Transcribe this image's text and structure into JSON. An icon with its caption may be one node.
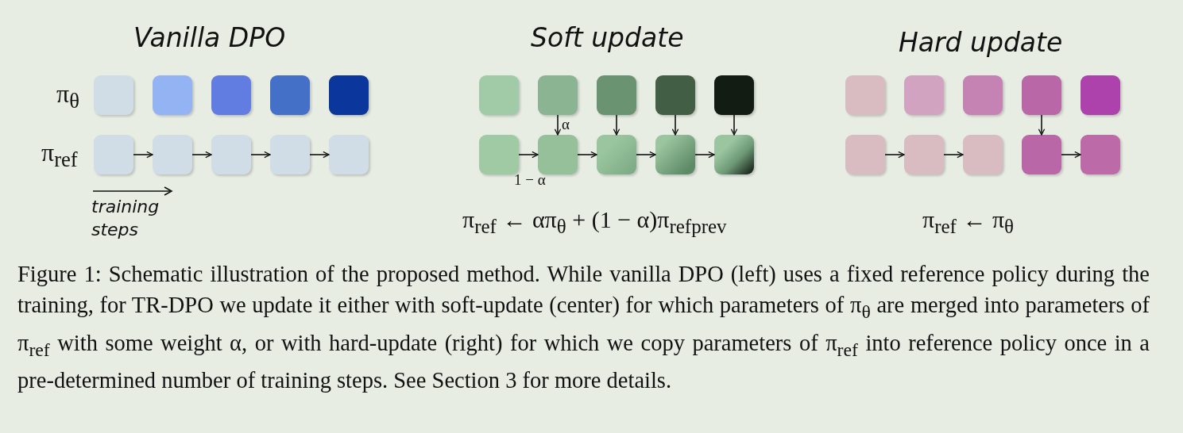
{
  "diagram": {
    "caption": "Figure 1: Schematic illustration of the proposed method. While vanilla DPO (left) uses a fixed reference policy during the training, for TR-DPO we update it either with soft-update (center) for which parameters of π$_{θ}$ are merged into parameters of π$_{ref}$ with some weight α, or with hard-update (right) for which we copy parameters of π$_{ref}$ into reference policy once in a pre-determined number of training steps. See Section 3 for more details.",
    "nodes": [
      {
        "text": [],
        "shape": "box"
      },
      {
        "text": [],
        "shape": "box"
      },
      {
        "text": [],
        "shape": "box"
      },
      {
        "text": [],
        "shape": "box"
      },
      {
        "text": [],
        "shape": "box"
      },
      {
        "text": [],
        "shape": "box"
      },
      {
        "text": [],
        "shape": "box"
      },
      {
        "text": [],
        "shape": "box"
      },
      {
        "text": [],
        "shape": "box"
      },
      {
        "text": [],
        "shape": "box"
      },
      {
        "text": [],
        "shape": "box"
      },
      {
        "text": [],
        "shape": "box"
      },
      {
        "text": [],
        "shape": "box"
      },
      {
        "text": [],
        "shape": "box"
      },
      {
        "text": [],
        "shape": "box"
      },
      {
        "text": [],
        "shape": "box"
      },
      {
        "text": [],
        "shape": "box"
      },
      {
        "text": [],
        "shape": "box"
      },
      {
        "text": [],
        "shape": "box"
      },
      {
        "text": [],
        "shape": "box"
      },
      {
        "text": [],
        "shape": "box"
      },
      {
        "text": [],
        "shape": "box"
      },
      {
        "text": [],
        "shape": "box"
      },
      {
        "text": [],
        "shape": "box"
      },
      {
        "text": [],
        "shape": "box"
      },
      {
        "text": [],
        "shape": "box"
      },
      {
        "text": [],
        "shape": "box"
      },
      {
        "text": [],
        "shape": "box"
      },
      {
        "text": [],
        "shape": "box"
      },
      {
        "text": [],
        "shape": "box"
      }
    ],
    "edges": [
      {
        "from": 5,
        "to": 6,
        "arrow": "to"
      },
      {
        "from": 6,
        "to": 7,
        "arrow": "to"
      },
      {
        "from": 7,
        "to": 8,
        "arrow": "to"
      },
      {
        "from": 8,
        "to": 9,
        "arrow": "to"
      },
      {
        "from": 15,
        "to": 16,
        "arrow": "to",
        "label": "1 − α"
      },
      {
        "from": 16,
        "to": 17,
        "arrow": "to"
      },
      {
        "from": 17,
        "to": 18,
        "arrow": "to"
      },
      {
        "from": 18,
        "to": 19,
        "arrow": "to"
      },
      {
        "from": 11,
        "to": 16,
        "arrow": "to",
        "label": "α"
      },
      {
        "from": 12,
        "to": 17,
        "arrow": "to"
      },
      {
        "from": 13,
        "to": 18,
        "arrow": "to"
      },
      {
        "from": 14,
        "to": 19,
        "arrow": "to"
      },
      {
        "from": 25,
        "to": 26,
        "arrow": "to"
      },
      {
        "from": 26,
        "to": 27,
        "arrow": "to"
      },
      {
        "from": 28,
        "to": 29,
        "arrow": "to"
      },
      {
        "from": 23,
        "to": 28,
        "arrow": "to"
      }
    ],
    "labels": [
      "Vanilla DPO",
      "Soft update",
      "Hard update",
      "π$_{θ}$",
      "π$_{ref}$",
      "training steps",
      "π$_{ref}$ ← απ$_{θ}$ + (1 − α)π$_{ref}$$_{prev}$",
      "π$_{ref}$ ← π$_{θ}$"
    ]
  }
}
